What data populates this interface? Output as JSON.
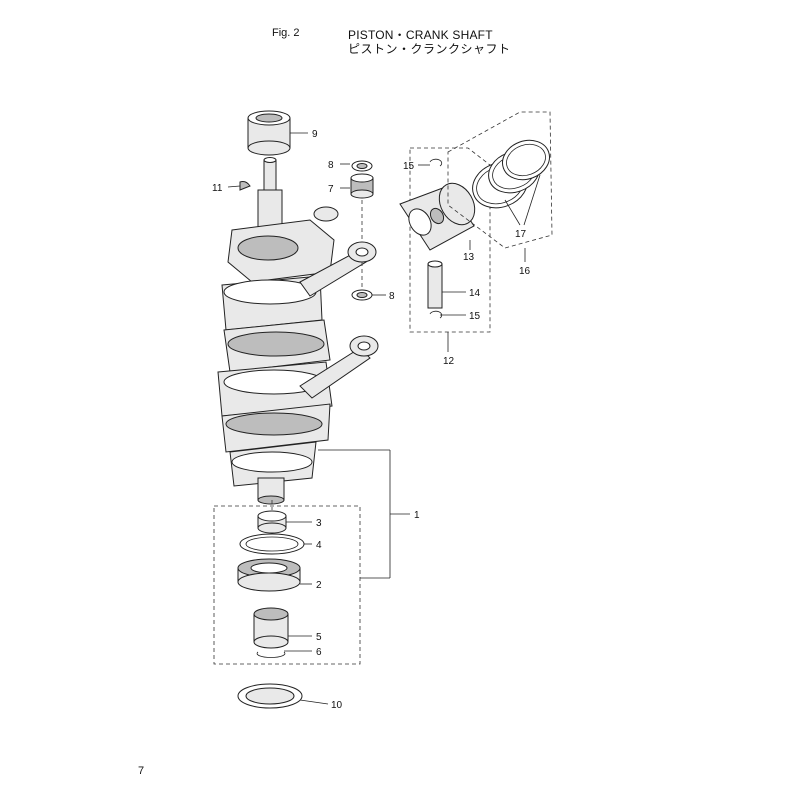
{
  "header": {
    "fig_label": "Fig. 2",
    "title_en": "PISTON・CRANK SHAFT",
    "title_jp": "ピストン・クランクシャフト"
  },
  "page_number": "7",
  "callouts": {
    "c1": "1",
    "c2": "2",
    "c3": "3",
    "c4": "4",
    "c5": "5",
    "c6": "6",
    "c7": "7",
    "c8a": "8",
    "c8b": "8",
    "c9": "9",
    "c10": "10",
    "c11": "11",
    "c12": "12",
    "c13": "13",
    "c14": "14",
    "c15a": "15",
    "c15b": "15",
    "c16": "16",
    "c17": "17"
  }
}
